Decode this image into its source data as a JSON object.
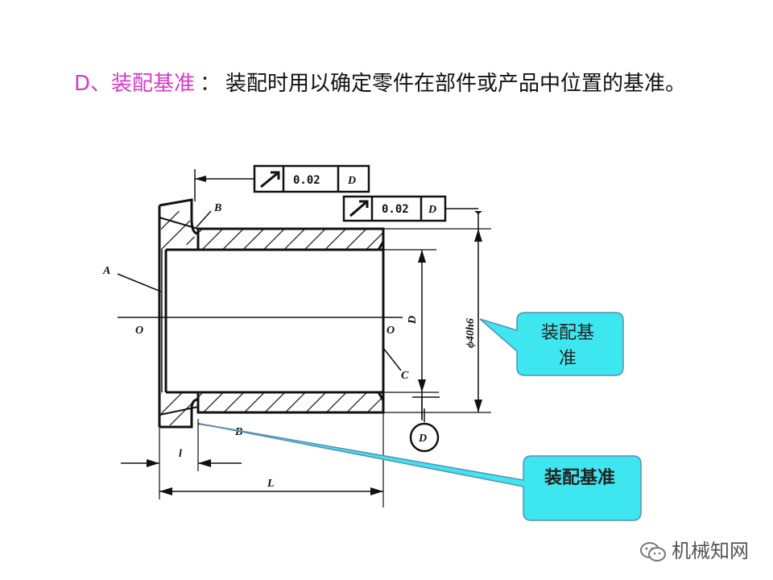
{
  "heading": {
    "term": "D、装配基准",
    "colon": "：",
    "definition": "装配时用以确定零件在部件或产品中位置的基准。"
  },
  "callouts": {
    "upper": {
      "line1": "装配基",
      "line2": "准"
    },
    "lower": {
      "text": "装配基准"
    }
  },
  "tolerance_frames": [
    {
      "symbol": "runout-arrow",
      "value": "0.02",
      "datum": "D"
    },
    {
      "symbol": "runout-arrow",
      "value": "0.02",
      "datum": "D"
    }
  ],
  "labels": {
    "A": "A",
    "B_top": "B",
    "B_bottom": "B",
    "C": "C",
    "O_left": "O",
    "O_right": "O",
    "D_dim": "D",
    "diameter": "ϕ40h6",
    "l": "l",
    "L": "L",
    "datum": "D"
  },
  "watermark": {
    "text": "机械知网",
    "icon": "wechat-icon"
  },
  "colors": {
    "term": "#d63ac8",
    "callout_fill": "#3ee6ef",
    "callout_stroke": "#5a8fb0"
  }
}
